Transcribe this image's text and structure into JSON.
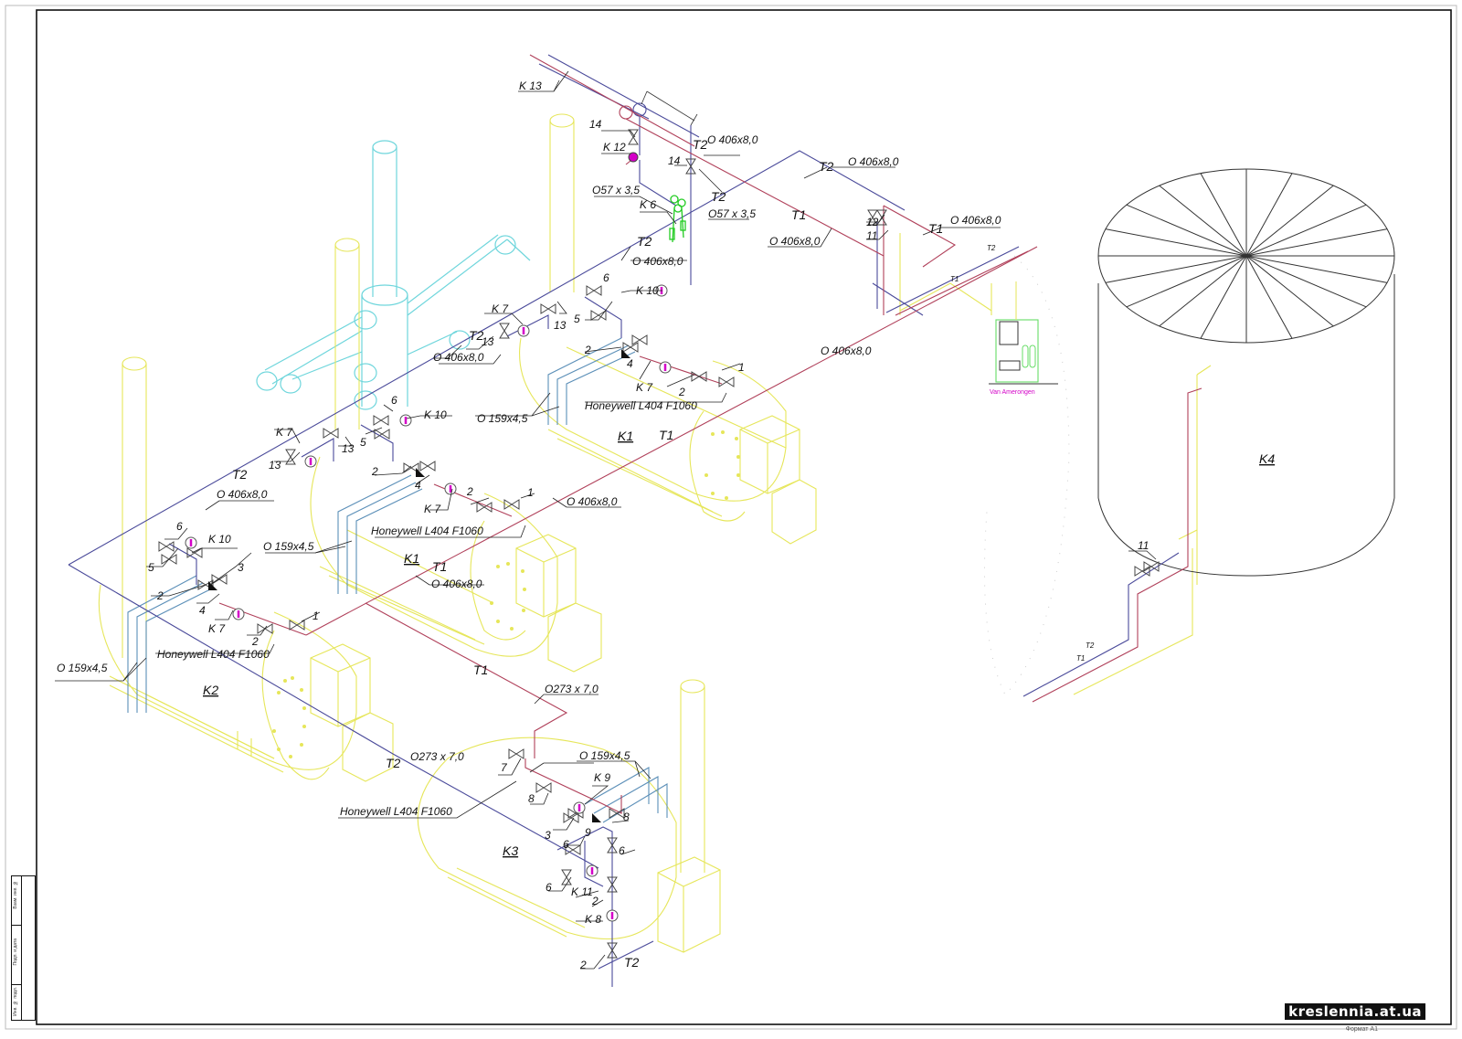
{
  "drawing": {
    "type": "isometric piping scheme, boiler room",
    "colors": {
      "supply_T1": "#b0405a",
      "return_T2": "#4a4a9a",
      "boiler_outline": "#e6e65a",
      "chimney_cyan": "#6fd6dc",
      "gas_pipe": "#5b8fb8",
      "pump_magenta": "#d400c8",
      "filter_green": "#22cc22",
      "text": "#111111"
    },
    "pipe_labels": {
      "T1": "T1",
      "T2": "T2",
      "d406": "O 406x8,0",
      "d273": "O273 x 7,0",
      "d159": "O 159x4,5",
      "d57": "O57 x 3,5"
    },
    "equipment": {
      "K1": "K1",
      "K2": "K2",
      "K3": "K3",
      "K4": "K4",
      "K6": "K 6",
      "K7": "K 7",
      "K8": "K 8",
      "K9": "K 9",
      "K10": "K 10",
      "K11": "K 11",
      "K12": "K 12",
      "K13": "K 13",
      "burner": "Honeywell L404 F1060",
      "treatment_unit": "Van Amerongen"
    },
    "item_numbers": [
      "1",
      "2",
      "3",
      "4",
      "5",
      "6",
      "7",
      "8",
      "9",
      "11",
      "12",
      "13",
      "14"
    ]
  },
  "title_block": {
    "cell1": "Взам. инв. №",
    "cell2": "Подп. и дата",
    "cell3": "Инв. № подл."
  },
  "footer": {
    "watermark": "kreslennia.at.ua",
    "format": "Формат А1"
  }
}
